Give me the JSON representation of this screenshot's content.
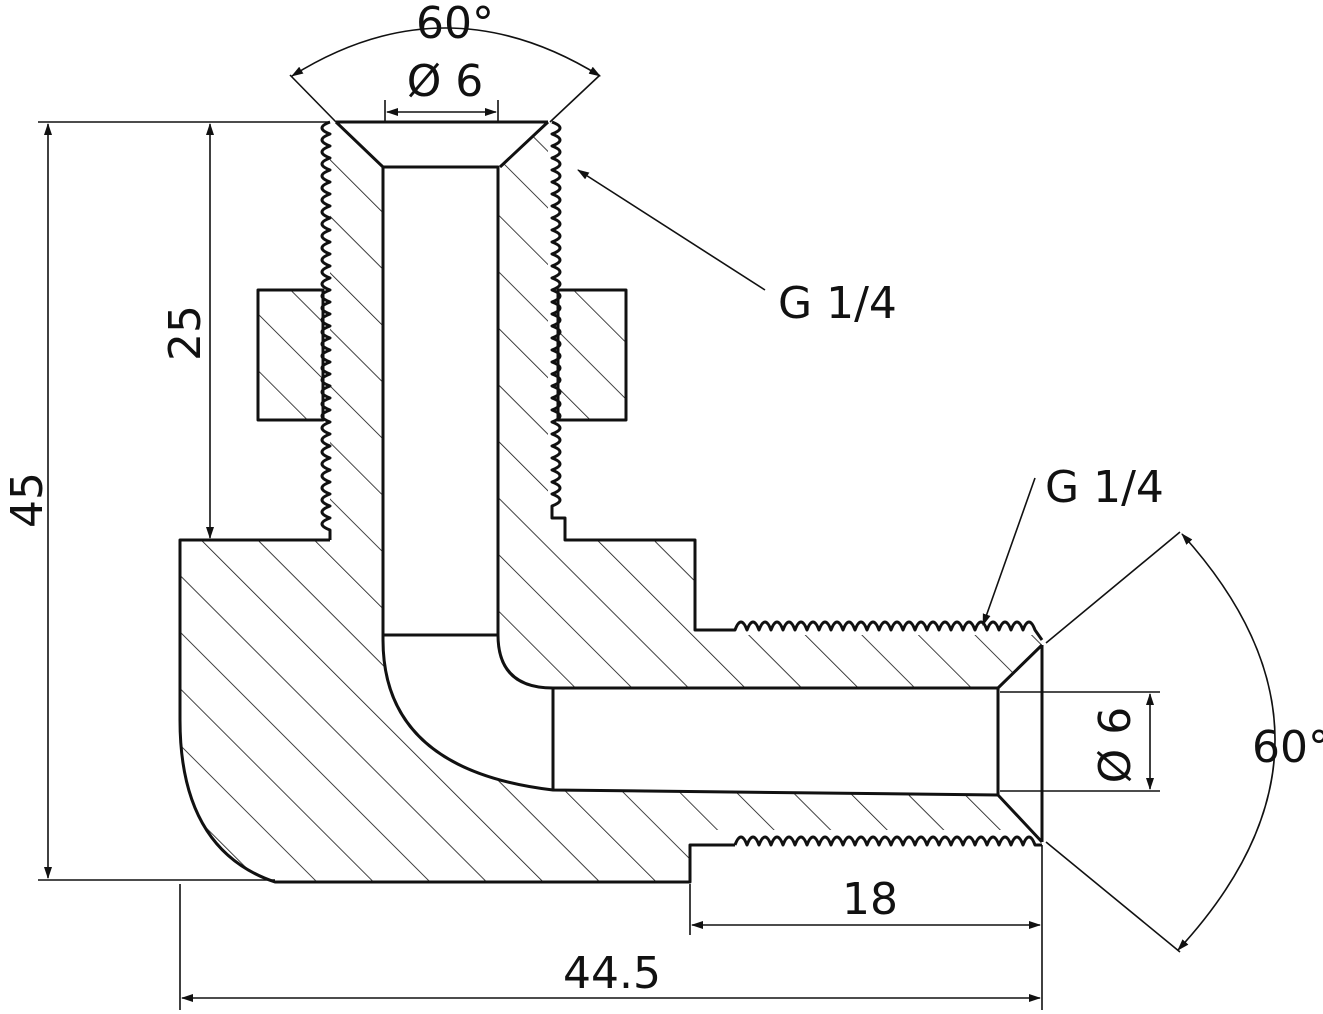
{
  "dimensions": {
    "top_countersink_angle": "60°",
    "top_bore_diameter": "Ø 6",
    "top_thread": "G 1/4",
    "side_thread": "G 1/4",
    "side_countersink_angle": "60°",
    "side_bore_diameter": "Ø 6",
    "overall_height": "45",
    "thread_length_vertical": "25",
    "thread_length_horizontal": "18",
    "overall_width": "44.5"
  },
  "colors": {
    "line": "#111111",
    "background": "#ffffff"
  }
}
